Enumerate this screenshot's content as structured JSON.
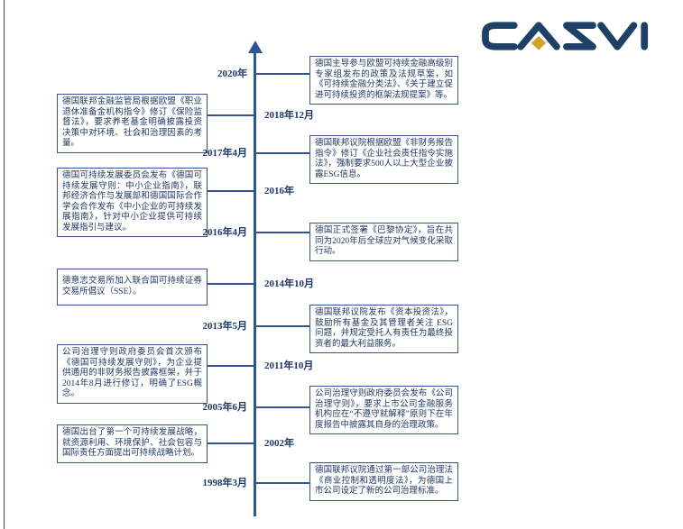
{
  "logo": {
    "text": "CASVI",
    "navy": "#1f4066",
    "gold": "#d2a327"
  },
  "timeline": {
    "axis_color": "#2f5597",
    "box_border_color": "#2f5597",
    "text_color": "#1f3864",
    "events": [
      {
        "date": "2020年",
        "box_side": "right",
        "text": "德国主导参与欧盟可持续金融高级别专家组发布的政策及法规草案，如《可持续金融分类法》、《关于建立促进可持续投资的框架法规提案》等。"
      },
      {
        "date": "2018年12月",
        "box_side": "left",
        "text": "德国联邦金融监管局根据欧盟《职业退休准备金机构指令》修订《保险监督法》，要求养老基金明确披露投资决策中对环境、社会和治理因素的考量。"
      },
      {
        "date": "2017年4月",
        "box_side": "right",
        "text": "德国联邦议院根据欧盟《非财务报告指令》修订《企业社会责任指令实施法》，强制要求500人以上大型企业披露ESG信息。"
      },
      {
        "date": "2016年",
        "box_side": "left",
        "text": "德国可持续发展委员会发布《德国可持续发展守则：中小企业指南》，联邦经济合作与发展部和德国国际合作学会合作发布《中小企业的可持续发展指南》，针对中小企业提供可持续发展指引与建议。"
      },
      {
        "date": "2016年4月",
        "box_side": "right",
        "text": "德国正式签署《巴黎协定》，旨在共同为2020年后全球应对气候变化采取行动。"
      },
      {
        "date": "2014年10月",
        "box_side": "left",
        "text": "德意志交易所加入联合国可持续证券交易所倡议（SSE）。"
      },
      {
        "date": "2013年5月",
        "box_side": "right",
        "text": "德国联邦议院发布《资本投资法》，鼓励所有基金及其管理者关注 ESG 问题，并规定受托人有责任为最终投资者的最大利益服务。"
      },
      {
        "date": "2011年10月",
        "box_side": "left",
        "text": "公司治理守则政府委员会首次颁布《德国可持续发展守则》，为企业提供通用的非财务报告披露框架，并于2014年8月进行修订，明确了ESG概念。"
      },
      {
        "date": "2005年6月",
        "box_side": "right",
        "text": "公司治理守则政府委员会发布《公司治理守则》，要求上市公司金融服务机构应在“不遵守就解释”原则下在年度报告中披露其自身的治理政策。"
      },
      {
        "date": "2002年",
        "box_side": "left",
        "text": "德国出台了第一个可持续发展战略，就资源利用、环境保护、社会包容与国际责任方面提出可持续战略计划。"
      },
      {
        "date": "1998年3月",
        "box_side": "right",
        "text": "德国联邦议院通过第一部公司治理法《商业控制和透明度法》，为德国上市公司设定了新的公司治理标准。"
      }
    ]
  }
}
